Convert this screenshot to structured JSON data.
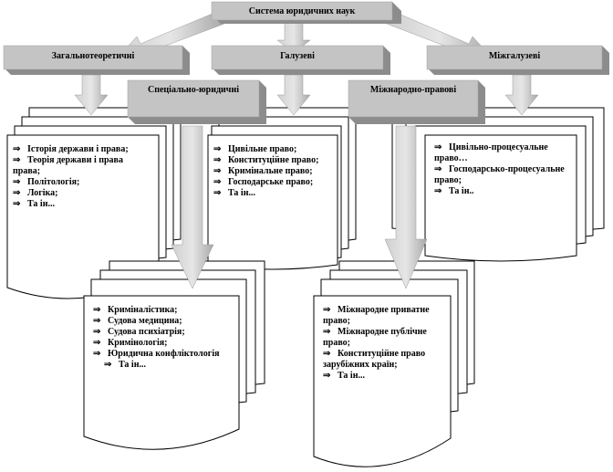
{
  "diagram": {
    "root": "Система юридичних наук",
    "categories": {
      "general": "Загальнотеоретичні",
      "branch": "Галузеві",
      "interbranch": "Міжгалузеві",
      "special": "Спеціально-юридичні",
      "international": "Міжнародно-правові"
    },
    "lists": {
      "general_list": [
        "Історія держави і права;",
        "Теорія держави і права",
        "права;",
        "Політологія;",
        "Логіка;",
        "Та ін..."
      ],
      "branch_list": [
        "Цивільне право;",
        "Конституційне право;",
        "Кримінальне право;",
        "Господарське право;",
        "Та ін..."
      ],
      "interbranch_list": [
        "Цивільно-процесуальне",
        "право…",
        "Господарсько-процесуальне",
        "право;",
        "Та ін.."
      ],
      "special_list": [
        "Криміналістика;",
        "Судова медицина;",
        "Судова психіатрія;",
        "Кримінологія;",
        "Юридична конфліктологія",
        "Та ін..."
      ],
      "international_list": [
        "Міжнародне приватне",
        "право;",
        "Міжнародне публічне",
        "право;",
        "Конституційне право",
        "зарубіжних країн;",
        "Та ін..."
      ]
    },
    "arrow_symbol": "⇒"
  }
}
